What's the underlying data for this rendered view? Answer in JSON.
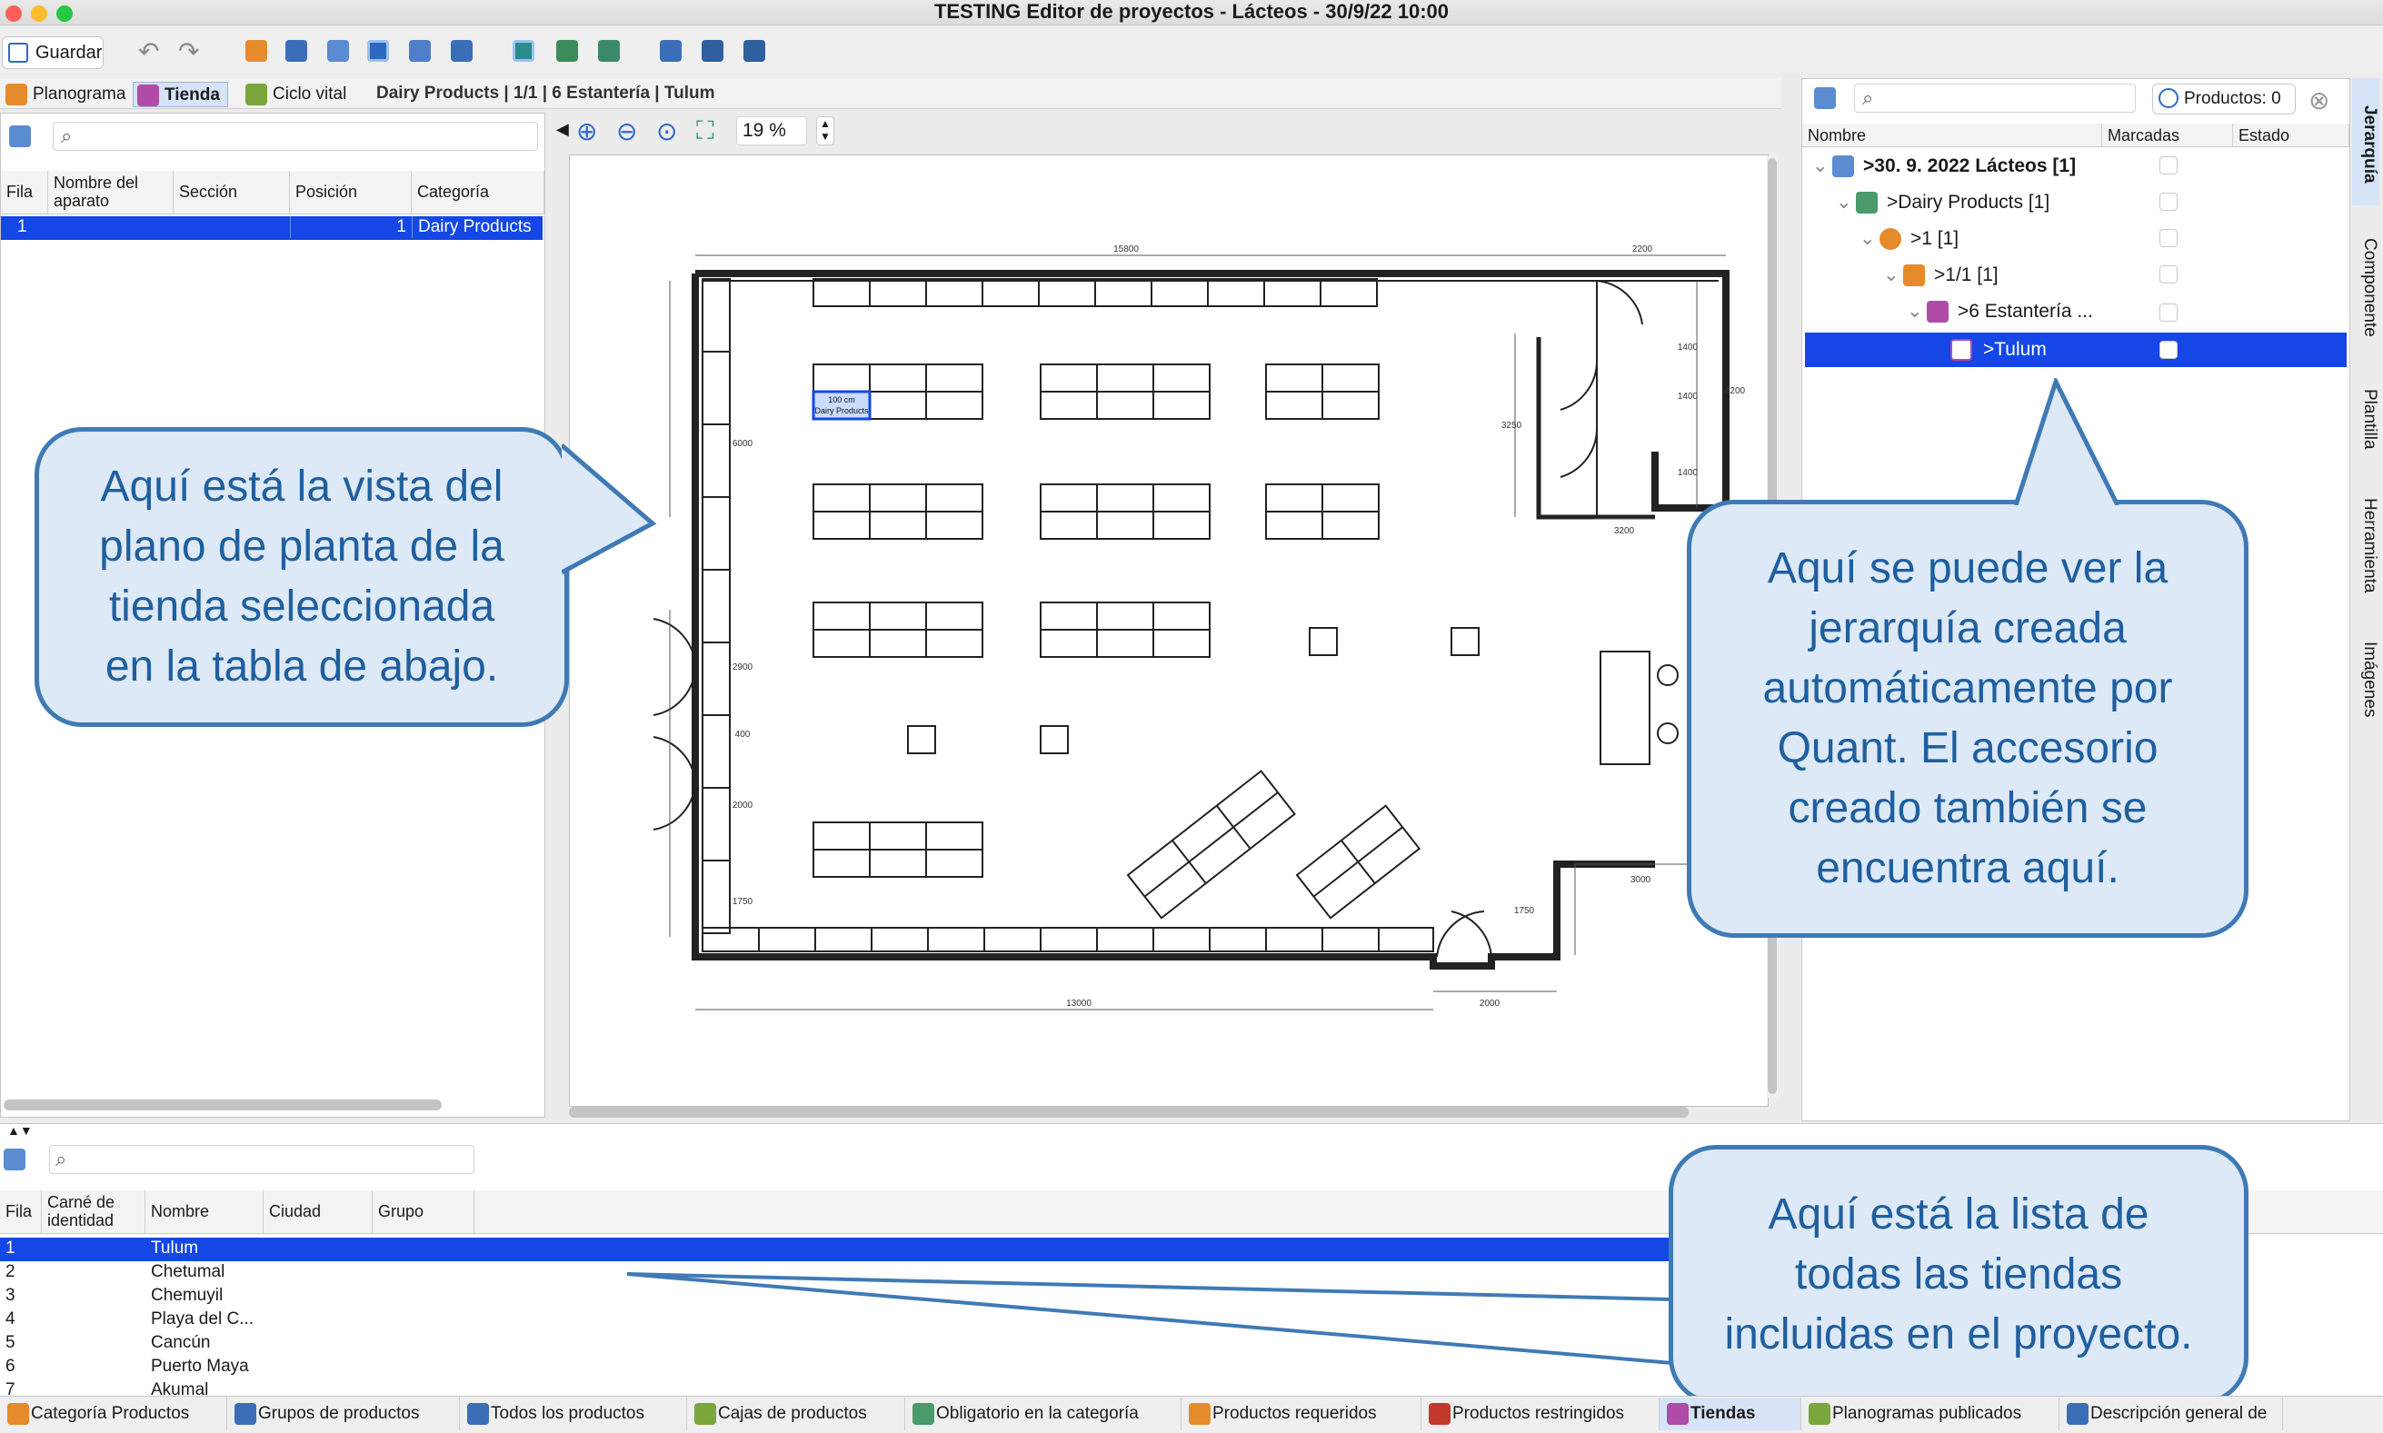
{
  "window": {
    "title": "TESTING Editor de proyectos - Lácteos - 30/9/22 10:00"
  },
  "toolbar": {
    "save_label": "Guardar"
  },
  "view_tabs": [
    {
      "label": "Planograma"
    },
    {
      "label": "Tienda"
    },
    {
      "label": "Ciclo vital"
    }
  ],
  "breadcrumb": "Dairy Products | 1/1 | 6 Estantería | Tulum",
  "fixtures_table": {
    "headers": [
      "Fila",
      "Nombre del aparato",
      "Sección",
      "Posición",
      "Categoría"
    ],
    "rows": [
      {
        "fila": "1",
        "nombre": "",
        "seccion": "",
        "posicion": "1",
        "categoria": "Dairy Products"
      }
    ]
  },
  "floorplan": {
    "zoom": "19 %",
    "dims": {
      "top_width": "15800",
      "top_right": "2200",
      "right_h1": "1400",
      "right_h2": "1400",
      "right_h3": "1400",
      "right_total": "4200",
      "inner_h": "3250",
      "inner_w": "3200",
      "left_h1": "6000",
      "left_h2": "2900",
      "left_h3": "400",
      "left_h4": "2000",
      "left_h5": "1750",
      "bottom_w": "13000",
      "door_w": "2000",
      "br_w": "3000",
      "br_h": "1750"
    },
    "selected_label_1": "100 cm",
    "selected_label_2": "Dairy Products"
  },
  "hierarchy": {
    "search_placeholder": "",
    "products_label": "Productos: 0",
    "headers": [
      "Nombre",
      "Marcadas",
      "Estado"
    ],
    "rows": [
      {
        "label": ">30. 9. 2022 Lácteos [1]"
      },
      {
        "label": ">Dairy Products [1]"
      },
      {
        "label": ">1 [1]"
      },
      {
        "label": ">1/1 [1]"
      },
      {
        "label": ">6 Estantería ..."
      },
      {
        "label": ">Tulum"
      }
    ]
  },
  "side_tabs": [
    "Jerarquía",
    "Componente",
    "Plantilla",
    "Herramienta",
    "Imágenes"
  ],
  "stores_table": {
    "headers": [
      "Fila",
      "Carné de identidad",
      "Nombre",
      "Ciudad",
      "Grupo"
    ],
    "rows": [
      {
        "fila": "1",
        "nombre": "Tulum"
      },
      {
        "fila": "2",
        "nombre": "Chetumal"
      },
      {
        "fila": "3",
        "nombre": "Chemuyil"
      },
      {
        "fila": "4",
        "nombre": "Playa del C..."
      },
      {
        "fila": "5",
        "nombre": "Cancún"
      },
      {
        "fila": "6",
        "nombre": "Puerto Maya"
      },
      {
        "fila": "7",
        "nombre": "Akumal"
      }
    ]
  },
  "callouts": {
    "floorplan": "Aquí está la vista del plano de planta de la tienda seleccionada en la tabla de abajo.",
    "hierarchy": "Aquí se puede ver la jerarquía creada automáticamente por Quant. El accesorio creado también se encuentra aquí.",
    "stores": "Aquí está la lista de todas las tiendas incluidas en el proyecto."
  },
  "bottom_tabs": [
    "Categoría Productos",
    "Grupos de productos",
    "Todos los productos",
    "Cajas de productos",
    "Obligatorio en la categoría",
    "Productos requeridos",
    "Productos restringidos",
    "Tiendas",
    "Planogramas publicados",
    "Descripción general de"
  ],
  "colors": {
    "selection": "#1447e6",
    "callout_border": "#3f7ab5",
    "callout_fill": "#dde9f6",
    "callout_text": "#1f5f9f"
  }
}
